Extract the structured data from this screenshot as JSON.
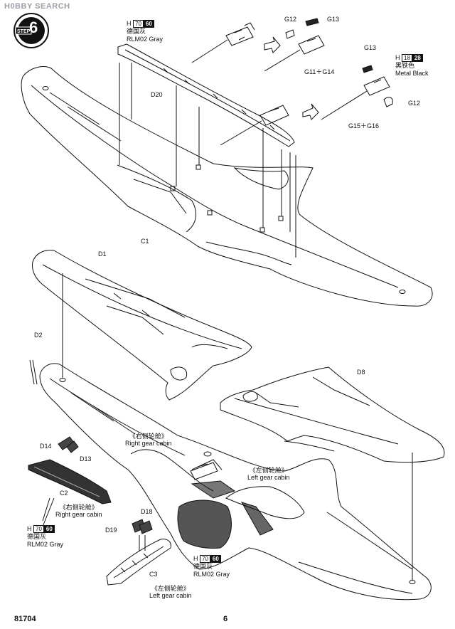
{
  "watermark": "H0BBY SEARCH",
  "step": {
    "label": "STEP",
    "number": "6"
  },
  "paint_callouts": {
    "top_gray": {
      "prefix": "H",
      "code": "70",
      "alt": "60",
      "cn": "德国灰",
      "name": "RLM02 Gray"
    },
    "metal_black": {
      "prefix": "H",
      "code": "18",
      "alt": "28",
      "cn": "黑铁色",
      "name": "Metal Black"
    },
    "bottom_left_gray": {
      "prefix": "H",
      "code": "70",
      "alt": "60",
      "cn": "德国灰",
      "name": "RLM02 Gray"
    },
    "bottom_mid_gray": {
      "prefix": "H",
      "code": "70",
      "alt": "60",
      "cn": "德国灰",
      "name": "RLM02 Gray"
    }
  },
  "parts": {
    "D20": "D20",
    "C1": "C1",
    "D1": "D1",
    "D2": "D2",
    "D8": "D8",
    "G12a": "G12",
    "G13a": "G13",
    "G11_G14": "G11＋G14",
    "G13b": "G13",
    "G12b": "G12",
    "G15_G16": "G15＋G16",
    "D14": "D14",
    "D13": "D13",
    "C2": "C2",
    "D18": "D18",
    "D19": "D19",
    "C3": "C3"
  },
  "cabin_labels": {
    "right_top_cn": "《右侧轮舱》",
    "right_top_en": "Right gear cabin",
    "left_top_cn": "《左侧轮舱》",
    "left_top_en": "Left gear cabin",
    "right_bottom_cn": "《右侧轮舱》",
    "right_bottom_en": "Right gear cabin",
    "left_bottom_cn": "《左侧轮舱》",
    "left_bottom_en": "Left gear cabin"
  },
  "footer": {
    "kit_number": "81704",
    "page_number": "6"
  }
}
